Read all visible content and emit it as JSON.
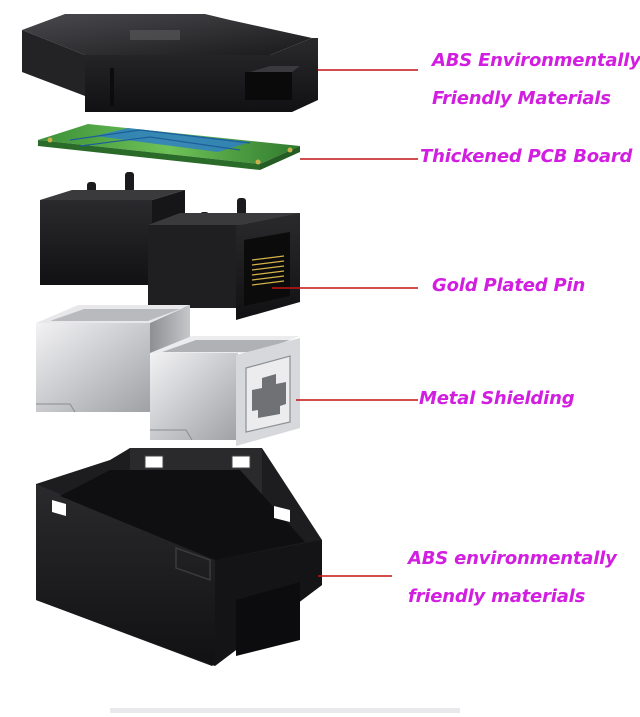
{
  "annotations": [
    {
      "id": "top-shell",
      "lines": [
        "ABS Environmentally",
        "Friendly Materials"
      ]
    },
    {
      "id": "pcb",
      "lines": [
        "Thickened PCB Board"
      ]
    },
    {
      "id": "pin",
      "lines": [
        "Gold Plated Pin"
      ]
    },
    {
      "id": "shield",
      "lines": [
        "Metal Shielding"
      ]
    },
    {
      "id": "bottom-shell",
      "lines": [
        "ABS environmentally",
        "friendly materials"
      ]
    }
  ],
  "colors": {
    "label": "#d21ee0",
    "leader_line": "#c41414",
    "plastic": "#1c1c1e",
    "pcb": "#3f9a3c",
    "metal": "#c9cacd"
  },
  "icons": [
    "abs-top-shell",
    "pcb-board",
    "rj45-jack-left",
    "rj45-jack-right",
    "metal-shield-left",
    "metal-shield-right",
    "abs-bottom-shell"
  ]
}
